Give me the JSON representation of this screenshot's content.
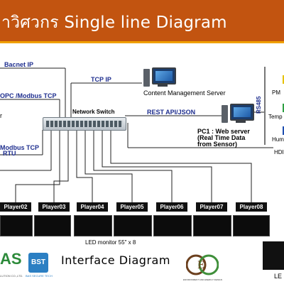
{
  "banner": {
    "title": "าวิศวกร Single line Diagram"
  },
  "protocols": {
    "bacnet": "Bacnet IP",
    "opc_modbus_tcp": "OPC /Modbus TCP",
    "modbus_tcp": "Modbus TCP",
    "rtu": "RTU",
    "tcp_ip": "TCP IP",
    "rest_api": "REST API/JSON",
    "rs485": "RS485",
    "left_fragment": "r"
  },
  "devices": {
    "cms": "Content Management Server",
    "switch": "Network Switch",
    "pc1_line1": "PC1 : Web server",
    "pc1_line2": "(Real Time Data",
    "pc1_line3": "from Sensor)"
  },
  "right_panel": {
    "item1": "PM",
    "item2": "Temp",
    "item3": "Hum",
    "item4": "HDI"
  },
  "players": [
    "Player02",
    "Player03",
    "Player04",
    "Player05",
    "Player06",
    "Player07",
    "Player08"
  ],
  "footer": {
    "led_caption": "LED monitor 55\" x 8",
    "interface_title": "Interface Diagram",
    "bas_logo_text": "AS",
    "bst_logo_text": "BST",
    "bst_tagline": "BAS SECURE TECH",
    "solution_fragment": "LUTION CO.,LTD.",
    "eco_tagline": "ENVIRONMENT AND ENERGY DESIGN",
    "bottom_right": "LE"
  },
  "colors": {
    "banner": "#c25410",
    "protocol_text": "#1f2f8f",
    "wire": "#222222"
  }
}
